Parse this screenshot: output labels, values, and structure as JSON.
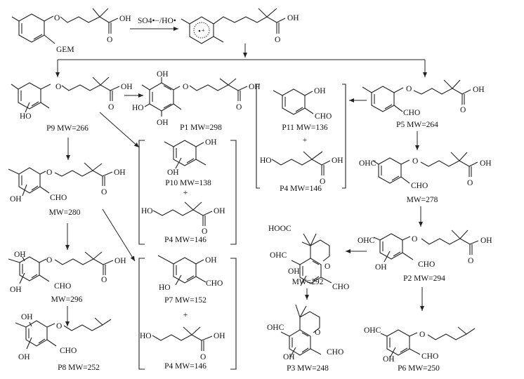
{
  "reagent": "SO4•−/HO•",
  "labels": {
    "OH": "OH",
    "HO": "HO",
    "O": "O",
    "CHO": "CHO",
    "OHC": "OHC",
    "HOOC": "HOOC",
    "GEM": "GEM",
    "plus": "+"
  },
  "compounds": {
    "gem": {
      "name": "GEM"
    },
    "p9": {
      "caption": "P9 MW=266"
    },
    "p1": {
      "caption": "P1 MW=298"
    },
    "p11": {
      "caption": "P11 MW=136"
    },
    "p4a": {
      "caption": "P4 MW=146"
    },
    "p5": {
      "caption": "P5 MW=264"
    },
    "m280": {
      "caption": "MW=280"
    },
    "p10": {
      "caption": "P10 MW=138"
    },
    "p4b": {
      "caption": "P4 MW=146"
    },
    "m278": {
      "caption": "MW=278"
    },
    "m292": {
      "caption": "MW=292"
    },
    "p2": {
      "caption": "P2 MW=294"
    },
    "m296": {
      "caption": "MW=296"
    },
    "p7": {
      "caption": "P7 MW=152"
    },
    "p4c": {
      "caption": "P4 MW=146"
    },
    "p8": {
      "caption": "P8 MW=252"
    },
    "p3": {
      "caption": "P3 MW=248"
    },
    "p6": {
      "caption": "P6 MW=250"
    }
  },
  "colors": {
    "ink": "#222222",
    "background": "#ffffff"
  }
}
